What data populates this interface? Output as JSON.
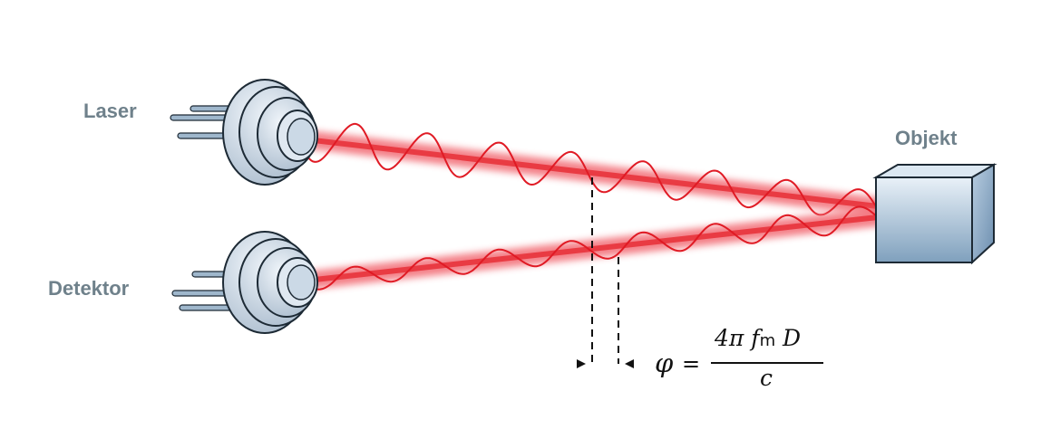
{
  "labels": {
    "laser": "Laser",
    "detektor": "Detektor",
    "objekt": "Objekt"
  },
  "formula": {
    "phi": "φ",
    "equals": "=",
    "numerator_prefix": "4π ",
    "f": "f",
    "subscript": "m",
    "numerator_suffix": " D",
    "denominator": "c"
  },
  "colors": {
    "beam": "#e8343c",
    "wave": "#e01a24",
    "lens_body": "#c9d8e6",
    "lens_outline": "#1d2a35",
    "object_front": "#9fbcd4",
    "label_text": "#6f818b"
  },
  "icons": {
    "laser_source": "laser-diode-icon",
    "detector": "photodiode-icon",
    "object": "cube-icon"
  }
}
